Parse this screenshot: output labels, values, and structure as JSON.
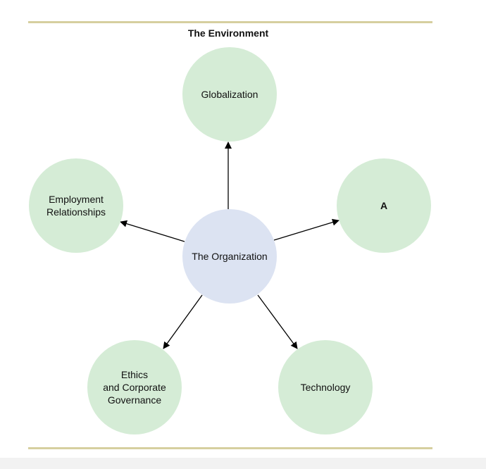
{
  "title": "The Environment",
  "colors": {
    "rule": "#d6cf9f",
    "outer_node": "#d5ecd6",
    "center_node": "#dce3f2",
    "arrow": "#000000",
    "text": "#111111"
  },
  "center": {
    "label": "The Organization"
  },
  "nodes": {
    "globalization": {
      "lines": [
        "Globalization"
      ]
    },
    "a": {
      "lines": [
        "A"
      ]
    },
    "employment": {
      "lines": [
        "Employment",
        "Relationships"
      ]
    },
    "ethics": {
      "lines": [
        "Ethics",
        "and Corporate",
        "Governance"
      ]
    },
    "technology": {
      "lines": [
        "Technology"
      ]
    }
  }
}
